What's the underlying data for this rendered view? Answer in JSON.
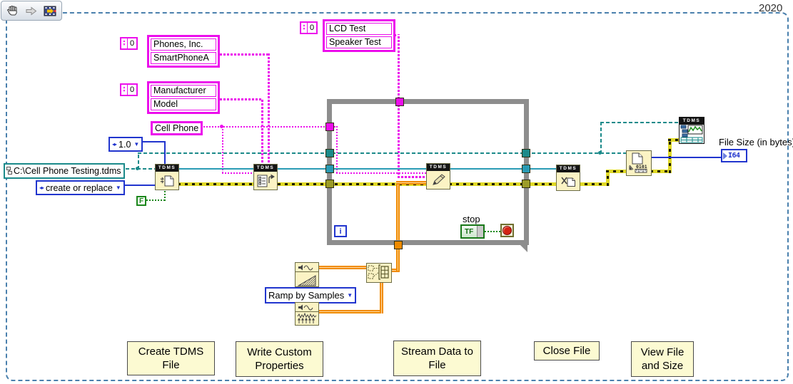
{
  "meta": {
    "year_label": "2020"
  },
  "toolbar": {
    "icons": [
      "pan-hand",
      "run-arrow",
      "vi-snippet"
    ]
  },
  "constants": {
    "phones_array": {
      "index": "0",
      "rows": [
        "Phones, Inc.",
        "SmartPhoneA"
      ]
    },
    "manufacturer_array": {
      "index": "0",
      "rows": [
        "Manufacturer",
        "Model"
      ]
    },
    "tests_array": {
      "index": "0",
      "rows": [
        "LCD Test",
        "Speaker Test"
      ]
    },
    "group_name": "Cell Phone",
    "version_ring": "1.0",
    "file_path": "C:\\Cell Phone Testing.tdms",
    "operation_ring": "create or replace",
    "bool_false": "F",
    "signal_type_ring": "Ramp by Samples"
  },
  "nodes": {
    "tdms_open": {
      "header": "TDMS"
    },
    "tdms_set_properties": {
      "header": "TDMS"
    },
    "tdms_write": {
      "header": "TDMS"
    },
    "tdms_close": {
      "header": "TDMS"
    },
    "tdms_file_viewer": {
      "header": "TDMS"
    },
    "get_file_size": {
      "binary_label": "0101"
    }
  },
  "loop": {
    "iteration_label": "i",
    "stop_label": "stop",
    "stop_terminal": "TF"
  },
  "indicator": {
    "label": "File Size (in bytes)",
    "type_label": "I64"
  },
  "section_labels": [
    "Create TDMS File",
    "Write Custom Properties",
    "Stream Data to File",
    "Close File",
    "View File and Size"
  ],
  "colors": {
    "string_pink": "#EC0FEC",
    "path_teal": "#1B8A8A",
    "refnum_teal": "#2A9BB5",
    "numeric_blue": "#2135CE",
    "error_yellow": "#E0D926",
    "waveform_orange": "#F08B00",
    "bool_green": "#1C871C",
    "loop_gray": "#8D8D8D",
    "node_fill": "#FBF3C4",
    "comment_fill": "#FCFAD2",
    "border_dash_blue": "#4a80ad"
  }
}
